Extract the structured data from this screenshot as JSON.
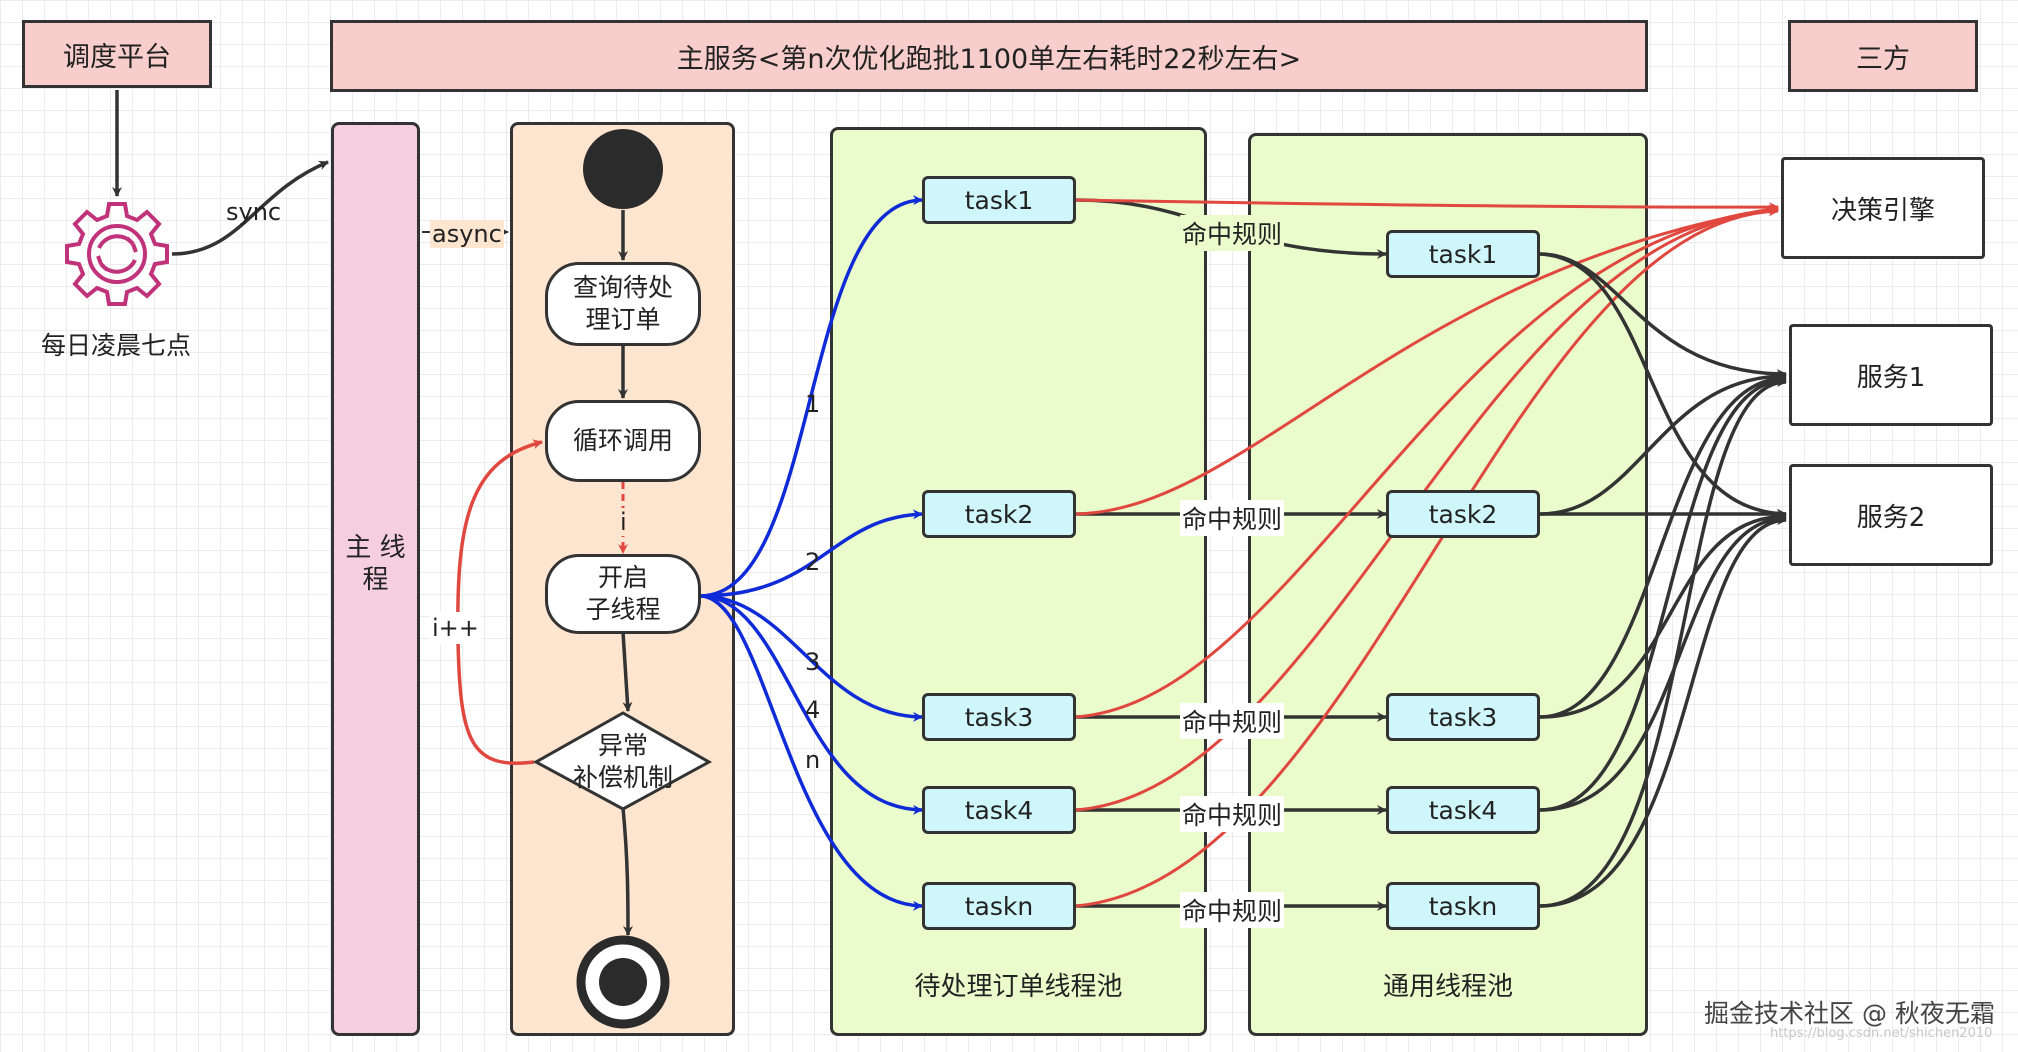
{
  "header": {
    "scheduler": "调度平台",
    "main_service": "主服务<第n次优化跑批1100单左右耗时22秒左右>",
    "third_party": "三方"
  },
  "trigger": {
    "time_label": "每日凌晨七点",
    "icon": "refresh-gear-icon"
  },
  "edges": {
    "sync": "sync",
    "async": "async",
    "i_label": "i",
    "loop_label": "i++"
  },
  "main_thread": {
    "label": "主\n线\n程"
  },
  "flow": {
    "query": "查询待处\n理订单",
    "loop": "循环调用",
    "start_thread": "开启\n子线程",
    "exception": "异常\n补偿机制"
  },
  "branches": [
    "1",
    "2",
    "3",
    "4",
    "n"
  ],
  "pending_pool": {
    "label": "待处理订单线程池",
    "tasks": [
      "task1",
      "task2",
      "task3",
      "task4",
      "taskn"
    ]
  },
  "rule_label": "命中规则",
  "general_pool": {
    "label": "通用线程池",
    "tasks": [
      "task1",
      "task2",
      "task3",
      "task4",
      "taskn"
    ]
  },
  "third_party_services": [
    "决策引擎",
    "服务1",
    "服务2"
  ],
  "colors": {
    "red_edge": "#e0483f",
    "blue_edge": "#0f2bd8",
    "dark_edge": "#333333"
  },
  "watermark": {
    "text": "掘金技术社区 @ 秋夜无霜",
    "url": "https://blog.csdn.net/shichen2010"
  }
}
